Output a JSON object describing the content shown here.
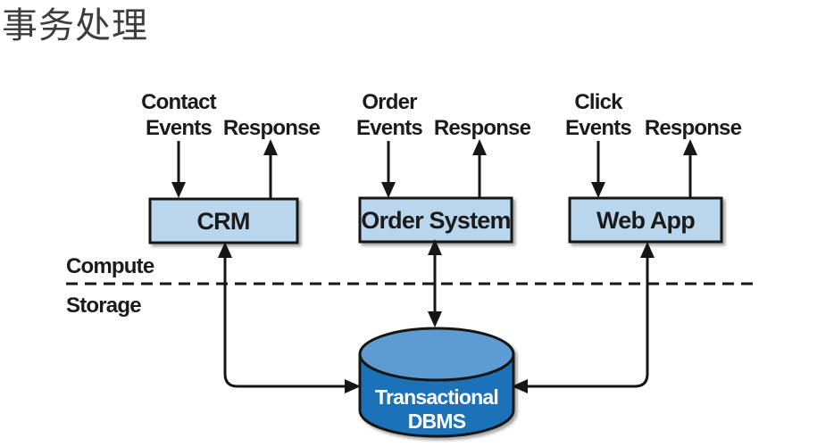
{
  "title": "事务处理",
  "diagram": {
    "systems": [
      {
        "name": "CRM",
        "input_line1": "Contact",
        "input_line2": "Events",
        "output": "Response"
      },
      {
        "name": "Order System",
        "input_line1": "Order",
        "input_line2": "Events",
        "output": "Response"
      },
      {
        "name": "Web App",
        "input_line1": "Click",
        "input_line2": "Events",
        "output": "Response"
      }
    ],
    "layer_labels": {
      "above_divider": "Compute",
      "below_divider": "Storage"
    },
    "database": {
      "name_line1": "Transactional",
      "name_line2": "DBMS"
    },
    "colors": {
      "title_text": "#3d3d3d",
      "label_text": "#1b1b1b",
      "box_fill": "#b9d6ec",
      "box_border": "#161616",
      "cylinder_body": "#1f72b8",
      "cylinder_top": "#5c9cd2",
      "db_text": "#ffffff",
      "line": "#161616"
    }
  }
}
